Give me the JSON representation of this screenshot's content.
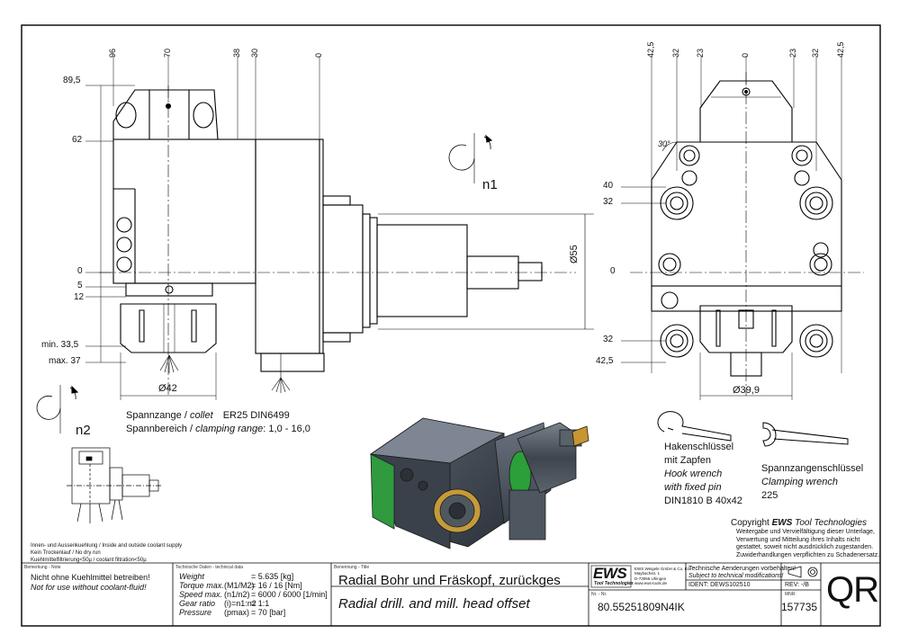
{
  "dims_top_left": [
    "96",
    "70",
    "38",
    "30",
    "0"
  ],
  "dims_left_v": [
    "89,5",
    "62",
    "0",
    "5",
    "12",
    "min. 33,5",
    "max. 37"
  ],
  "dim_d42": "Ø42",
  "dim_d55": "Ø55",
  "dim_d399": "Ø39,9",
  "label_n1": "n1",
  "label_n2": "n2",
  "dims_top_right": [
    "42,5",
    "32",
    "23",
    "0",
    "23",
    "32",
    "42,5"
  ],
  "dims_right_v": [
    "40",
    "32",
    "0",
    "32",
    "42,5"
  ],
  "dim_angle": "30°",
  "collet": {
    "line1_de": "Spannzange /",
    "line1_en": "collet",
    "line1_std": "ER25     DIN6499",
    "line2_de": "Spannbereich /",
    "line2_en": "clamping range",
    "line2_val": ": 1,0 - 16,0"
  },
  "hook_wrench": {
    "de1": "Hakenschlüssel",
    "de2": "mit Zapfen",
    "en1": "Hook wrench",
    "en2": "with fixed pin",
    "std": "DIN1810 B 40x42"
  },
  "clamp_wrench": {
    "de": "Spannzangenschlüssel",
    "en": "Clamping wrench",
    "size": "225"
  },
  "copyright": {
    "title_prefix": "Copyright ",
    "title_brand": "EWS",
    "title_suffix": " Tool Technologies",
    "lines": [
      "Weitergabe und Vervielfältigung dieser Unterlage,",
      "Verwertung und Mitteilung ihres Inhalts nicht",
      "gestattet, soweit nicht ausdrücklich zugestanden.",
      "Zuwiderhandlungen verpflichten zu Schadenersatz."
    ]
  },
  "coolant_notes": [
    "Innen- und Aussenkuehlung / Inside and outside coolant supply",
    "Kein Trockenlauf / No dry run",
    "Kuehlmittelfiltrierung<50µ / coolant filtration<50µ"
  ],
  "remark": {
    "header": "Bemerkung - Note",
    "de": "Nicht ohne Kuehlmittel betreiben!",
    "en": "Not for use without coolant-fluid!"
  },
  "tech": {
    "header": "Technische Daten - technical data",
    "rows": [
      {
        "label": "Weight",
        "sub": "",
        "val": "=   5.635 [kg]"
      },
      {
        "label": "Torque max.",
        "sub": "(M1/M2)",
        "val": "=   16 / 16 [Nm]"
      },
      {
        "label": "Speed max.",
        "sub": "(n1/n2)",
        "val": "=   6000 / 6000 [1/min]"
      },
      {
        "label": "Gear ratio",
        "sub": "(i)=n1:n2",
        "val": "=   1:1"
      },
      {
        "label": "Pressure",
        "sub": "(pmax)",
        "val": "=   70 [bar]"
      }
    ]
  },
  "title": {
    "header": "Benennung - Title",
    "de": "Radial Bohr und Fräskopf, zurückges",
    "en": "Radial drill. and mill. head offset"
  },
  "company": {
    "logo": "EWS",
    "logo_sub": "Tool Technologies",
    "addr": [
      "EWS Weigele GmbH & Co. KG",
      "Maybachstr. 1",
      "D-73066 Uhingen",
      "www.ews-tools.de"
    ]
  },
  "changes": {
    "de": "Technische Aenderungen vorbehalten!",
    "en": "Subject to technical modifications!",
    "ident_label": "IDENT:",
    "ident_value": "DEWS102510",
    "rev_label": "REV:",
    "rev_value": "-/B"
  },
  "number": {
    "label": "Nr. - Nr.",
    "value": "80.55251809N4IK",
    "mnr_label": "MNR:",
    "mnr_value": "157735"
  },
  "qr": "QR"
}
